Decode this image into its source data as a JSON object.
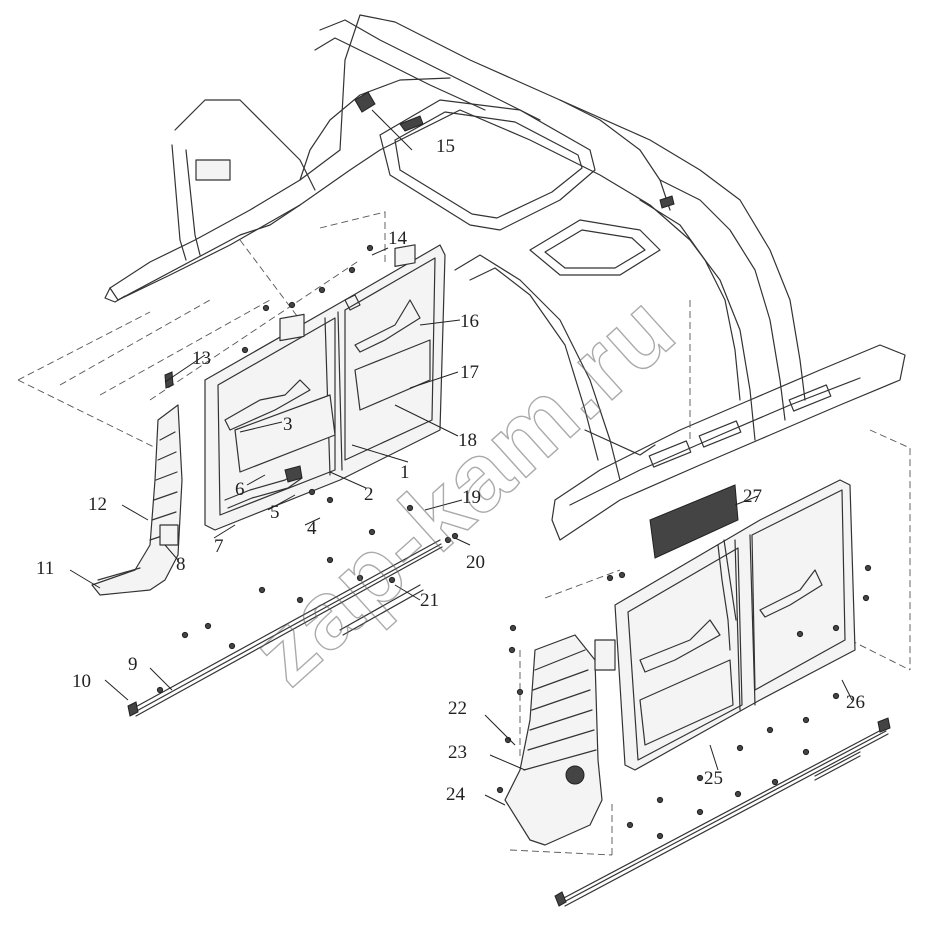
{
  "watermark": "zap-kam.ru",
  "callouts": [
    {
      "id": "c1",
      "label": "1"
    },
    {
      "id": "c2",
      "label": "2"
    },
    {
      "id": "c3",
      "label": "3"
    },
    {
      "id": "c4",
      "label": "4"
    },
    {
      "id": "c5",
      "label": "5"
    },
    {
      "id": "c6",
      "label": "6"
    },
    {
      "id": "c7",
      "label": "7"
    },
    {
      "id": "c8",
      "label": "8"
    },
    {
      "id": "c9",
      "label": "9"
    },
    {
      "id": "c10",
      "label": "10"
    },
    {
      "id": "c11",
      "label": "11"
    },
    {
      "id": "c12",
      "label": "12"
    },
    {
      "id": "c13",
      "label": "13"
    },
    {
      "id": "c14",
      "label": "14"
    },
    {
      "id": "c15",
      "label": "15"
    },
    {
      "id": "c16",
      "label": "16"
    },
    {
      "id": "c17",
      "label": "17"
    },
    {
      "id": "c18",
      "label": "18"
    },
    {
      "id": "c19",
      "label": "19"
    },
    {
      "id": "c20",
      "label": "20"
    },
    {
      "id": "c21",
      "label": "21"
    },
    {
      "id": "c22",
      "label": "22"
    },
    {
      "id": "c23",
      "label": "23"
    },
    {
      "id": "c24",
      "label": "24"
    },
    {
      "id": "c25",
      "label": "25"
    },
    {
      "id": "c26",
      "label": "26"
    },
    {
      "id": "c27",
      "label": "27"
    }
  ]
}
